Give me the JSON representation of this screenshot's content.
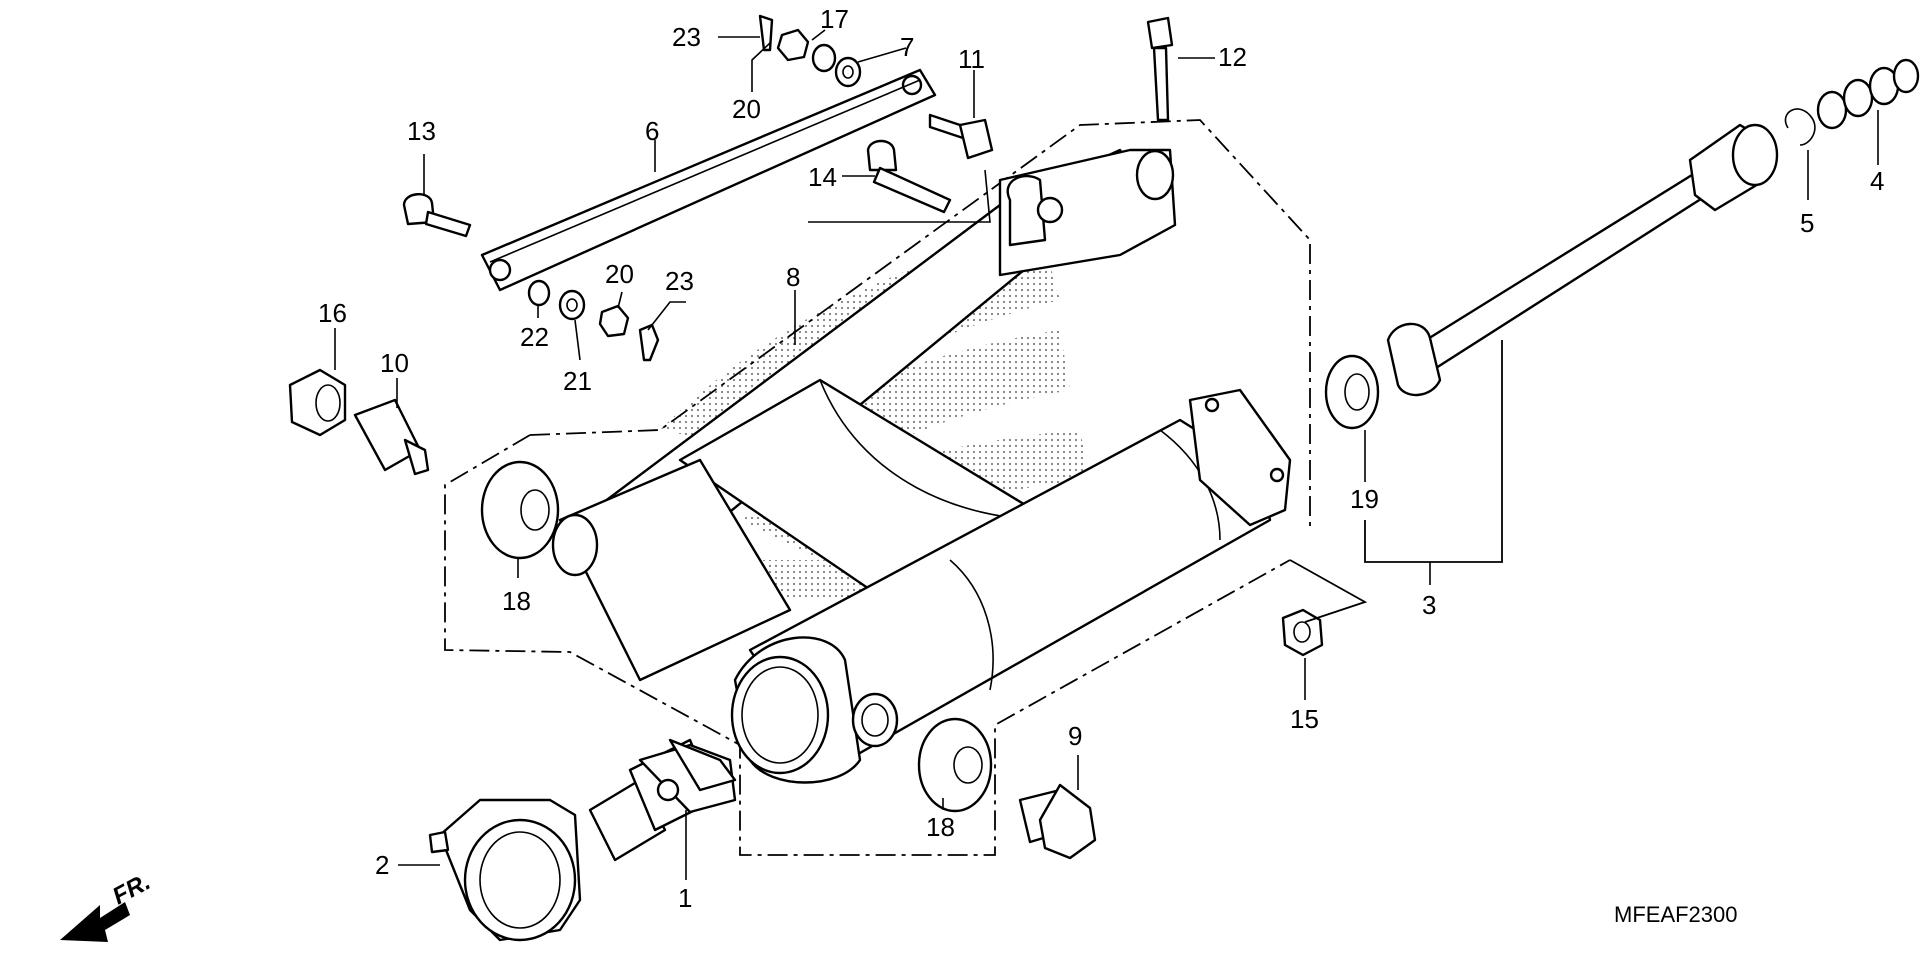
{
  "diagram": {
    "code": "MFEAF2300",
    "direction_label": "FR.",
    "callouts": {
      "c1": "1",
      "c2": "2",
      "c3": "3",
      "c4": "4",
      "c5": "5",
      "c6": "6",
      "c7": "7",
      "c8": "8",
      "c9": "9",
      "c10": "10",
      "c11": "11",
      "c12": "12",
      "c13": "13",
      "c14": "14",
      "c15": "15",
      "c16": "16",
      "c17": "17",
      "c18a": "18",
      "c18b": "18",
      "c19": "19",
      "c20a": "20",
      "c20b": "20",
      "c21": "21",
      "c22": "22",
      "c23a": "23",
      "c23b": "23"
    }
  }
}
